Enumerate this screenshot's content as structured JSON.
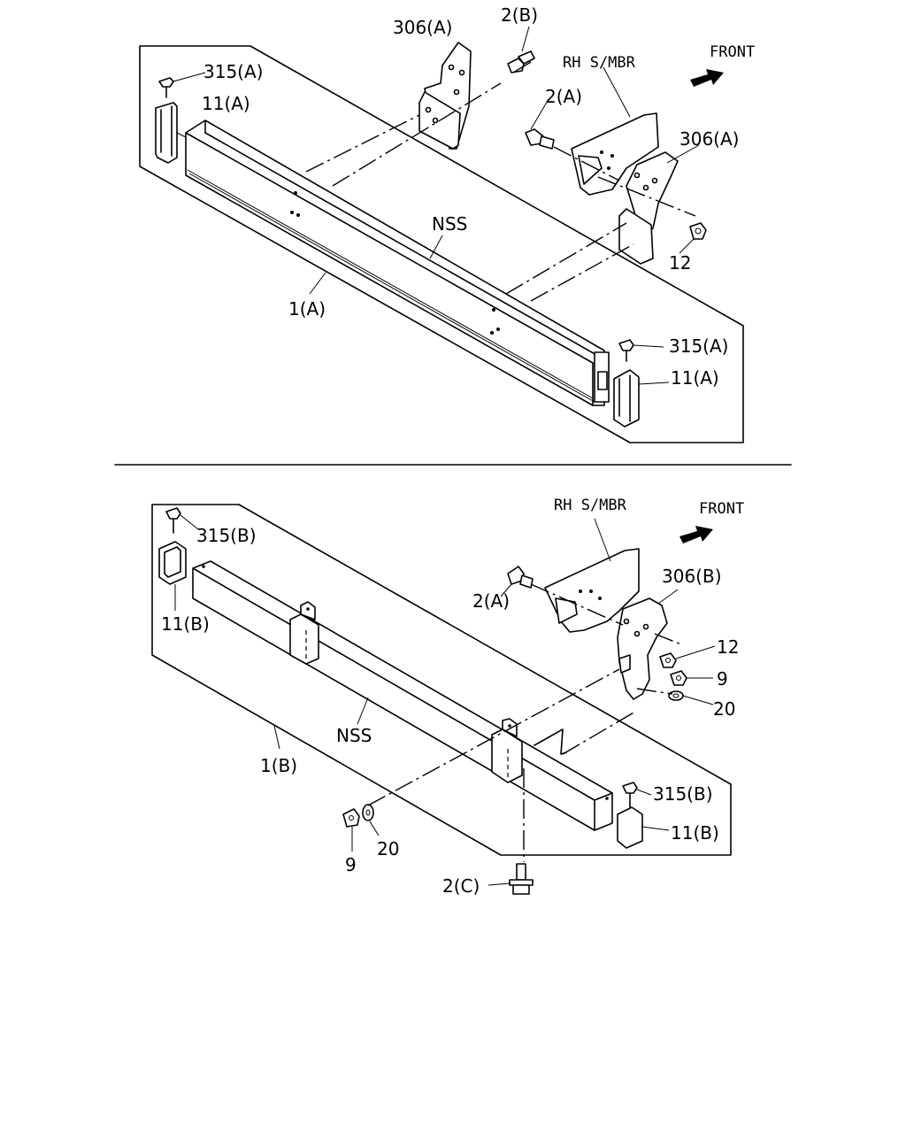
{
  "diagrams": [
    {
      "id": "A",
      "labels": {
        "bolt_top": "2(B)",
        "bracket_top": "306(A)",
        "clip_left": "315(A)",
        "bumper_left": "11(A)",
        "member": "RH S/MBR",
        "front": "FRONT",
        "bolt_side": "2(A)",
        "bracket_right": "306(A)",
        "nut": "12",
        "nss": "NSS",
        "crossmember": "1(A)",
        "clip_right": "315(A)",
        "bumper_right": "11(A)"
      }
    },
    {
      "id": "B",
      "labels": {
        "member": "RH S/MBR",
        "front": "FRONT",
        "clip_left": "315(B)",
        "bumper_left": "11(B)",
        "bolt_side": "2(A)",
        "bracket": "306(B)",
        "nut": "12",
        "nut2": "9",
        "washer": "20",
        "nss": "NSS",
        "crossmember": "1(B)",
        "clip_right": "315(B)",
        "bumper_right": "11(B)",
        "nut_bottom": "9",
        "washer_bottom": "20",
        "bolt_bottom": "2(C)"
      }
    }
  ]
}
